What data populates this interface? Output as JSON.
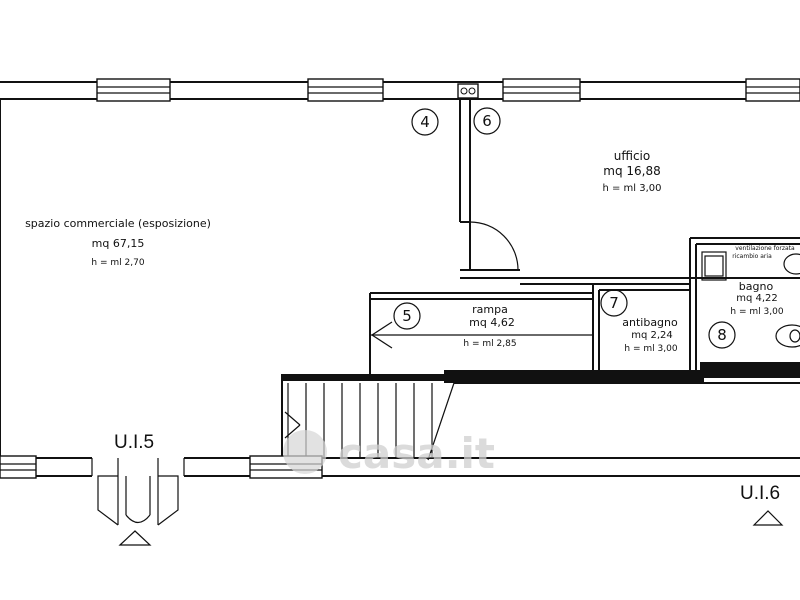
{
  "rooms": {
    "commercial": {
      "name": "spazio commerciale (esposizione)",
      "area": "mq 67,15",
      "height": "h = ml 2,70"
    },
    "office": {
      "name": "ufficio",
      "area": "mq 16,88",
      "height": "h = ml 3,00"
    },
    "ramp": {
      "name": "rampa",
      "area": "mq 4,62",
      "height": "h = ml 2,85"
    },
    "antebath": {
      "name": "antibagno",
      "area": "mq 2,24",
      "height": "h = ml 3,00"
    },
    "bath": {
      "name": "bagno",
      "area": "mq 4,22",
      "height": "h = ml 3,00",
      "note1": "ventilazione forzata",
      "note2": "ricambio aria"
    }
  },
  "markers": [
    "4",
    "6",
    "5",
    "7",
    "8"
  ],
  "units": {
    "left": "U.I.5",
    "right": "U.I.6"
  },
  "watermark": "casa.it"
}
